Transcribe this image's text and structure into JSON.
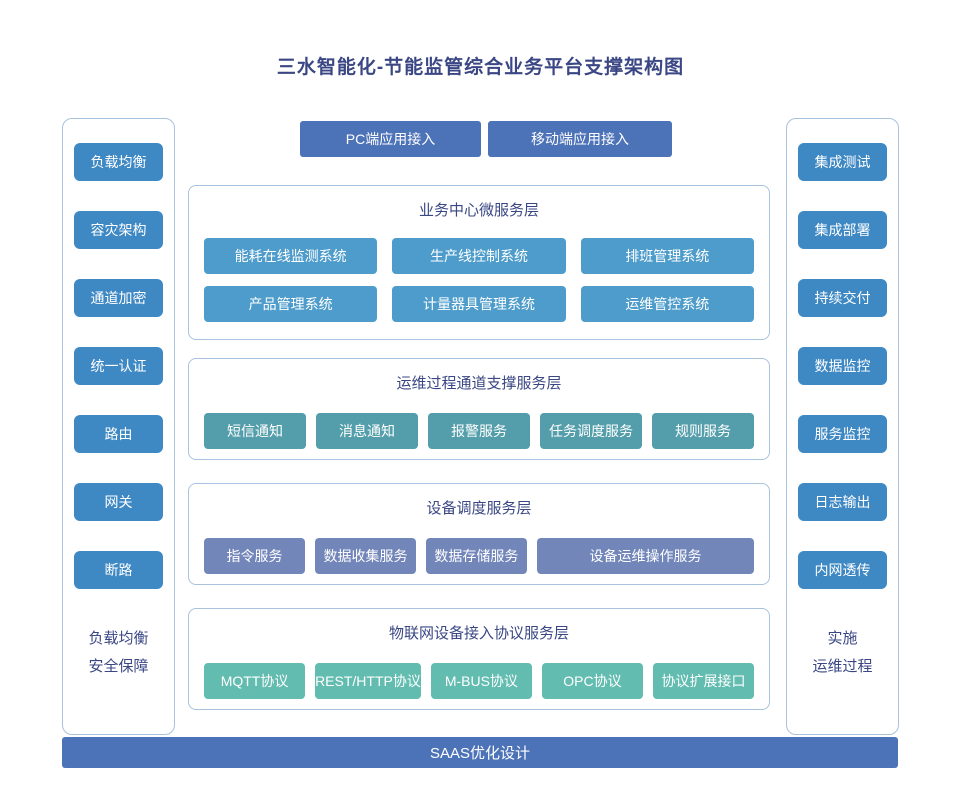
{
  "title": "三水智能化-节能监管综合业务平台支撑架构图",
  "colors": {
    "title_text": "#3A4784",
    "panel_border": "#A9C2DD",
    "sidebar_button": "#3E88C4",
    "access_button": "#4C72B8",
    "bottom_bar": "#4C72B8",
    "layer1_button": "#4D9CCB",
    "layer2_button": "#549EAB",
    "layer3_button": "#7286B9",
    "layer4_button": "#62BCB0"
  },
  "top_access": {
    "pc": "PC端应用接入",
    "mobile": "移动端应用接入"
  },
  "left_sidebar": {
    "items": [
      "负载均衡",
      "容灾架构",
      "通道加密",
      "统一认证",
      "路由",
      "网关",
      "断路"
    ],
    "label_line1": "负载均衡",
    "label_line2": "安全保障"
  },
  "right_sidebar": {
    "items": [
      "集成测试",
      "集成部署",
      "持续交付",
      "数据监控",
      "服务监控",
      "日志输出",
      "内网透传"
    ],
    "label_line1": "实施",
    "label_line2": "运维过程"
  },
  "layers": [
    {
      "title": "业务中心微服务层",
      "rows": [
        [
          "能耗在线监测系统",
          "生产线控制系统",
          "排班管理系统"
        ],
        [
          "产品管理系统",
          "计量器具管理系统",
          "运维管控系统"
        ]
      ]
    },
    {
      "title": "运维过程通道支撑服务层",
      "items": [
        "短信通知",
        "消息通知",
        "报警服务",
        "任务调度服务",
        "规则服务"
      ]
    },
    {
      "title": "设备调度服务层",
      "items": [
        "指令服务",
        "数据收集服务",
        "数据存储服务",
        "设备运维操作服务"
      ]
    },
    {
      "title": "物联网设备接入协议服务层",
      "items": [
        "MQTT协议",
        "REST/HTTP协议",
        "M-BUS协议",
        "OPC协议",
        "协议扩展接口"
      ]
    }
  ],
  "bottom_bar": {
    "label": "SAAS优化设计"
  }
}
